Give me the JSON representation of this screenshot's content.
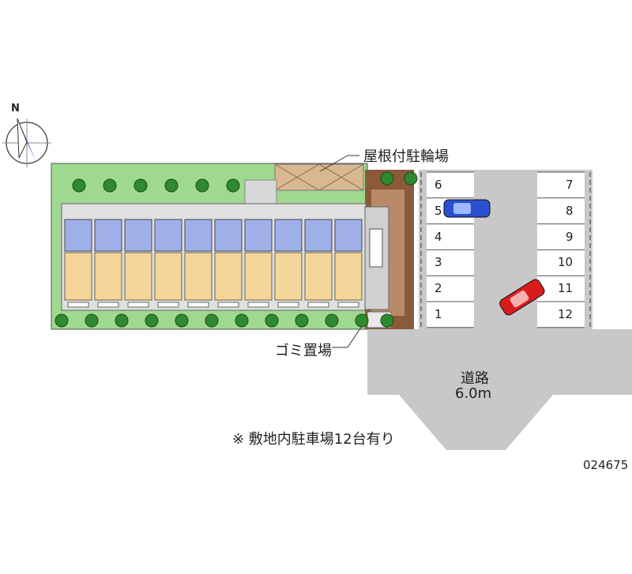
{
  "compass": {
    "north": "N"
  },
  "labels": {
    "bicycle_parking": "屋根付駐輪場",
    "garbage": "ゴミ置場",
    "road_name": "道路",
    "road_width": "6.0m",
    "note": "※ 敷地内駐車場12台有り",
    "id": "024675"
  },
  "parking": {
    "left_column": [
      "6",
      "5",
      "4",
      "3",
      "2",
      "1"
    ],
    "right_column": [
      "7",
      "8",
      "9",
      "10",
      "11",
      "12"
    ]
  },
  "colors": {
    "grass": "#9fd88f",
    "tree": "#2f8a2f",
    "building": "#e0e0e0",
    "unit_floor": "#f5d59a",
    "unit_entry": "#9fb0e8",
    "road": "#c8c8c8",
    "soil": "#8a5a3a",
    "bike_roof": "#d8b890",
    "car_blue": "#2a4fd0",
    "car_red": "#d81c1c"
  }
}
